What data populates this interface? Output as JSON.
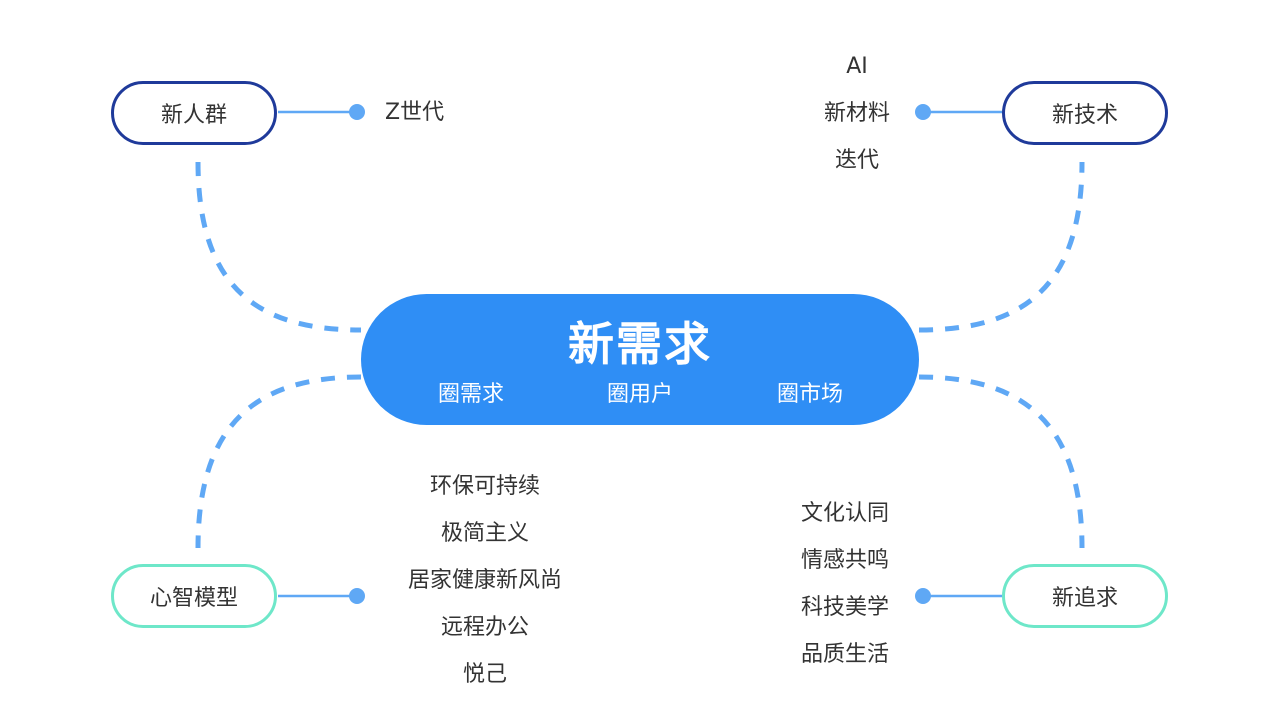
{
  "center": {
    "title": "新需求",
    "subs": [
      "圈需求",
      "圈用户",
      "圈市场"
    ]
  },
  "nodes": {
    "new_crowd": {
      "label": "新人群",
      "items": [
        "Z世代"
      ]
    },
    "new_tech": {
      "label": "新技术",
      "items": [
        "AI",
        "新材料",
        "迭代"
      ]
    },
    "mind_model": {
      "label": "心智模型",
      "items": [
        "环保可持续",
        "极简主义",
        "居家健康新风尚",
        "远程办公",
        "悦己"
      ]
    },
    "new_pursuit": {
      "label": "新追求",
      "items": [
        "文化认同",
        "情感共鸣",
        "科技美学",
        "品质生活"
      ]
    }
  },
  "colors": {
    "center_fill": "#2f8ef5",
    "dark_border": "#1f3a9a",
    "mint_border": "#6ee7c9",
    "connector": "#5fa8f5"
  }
}
